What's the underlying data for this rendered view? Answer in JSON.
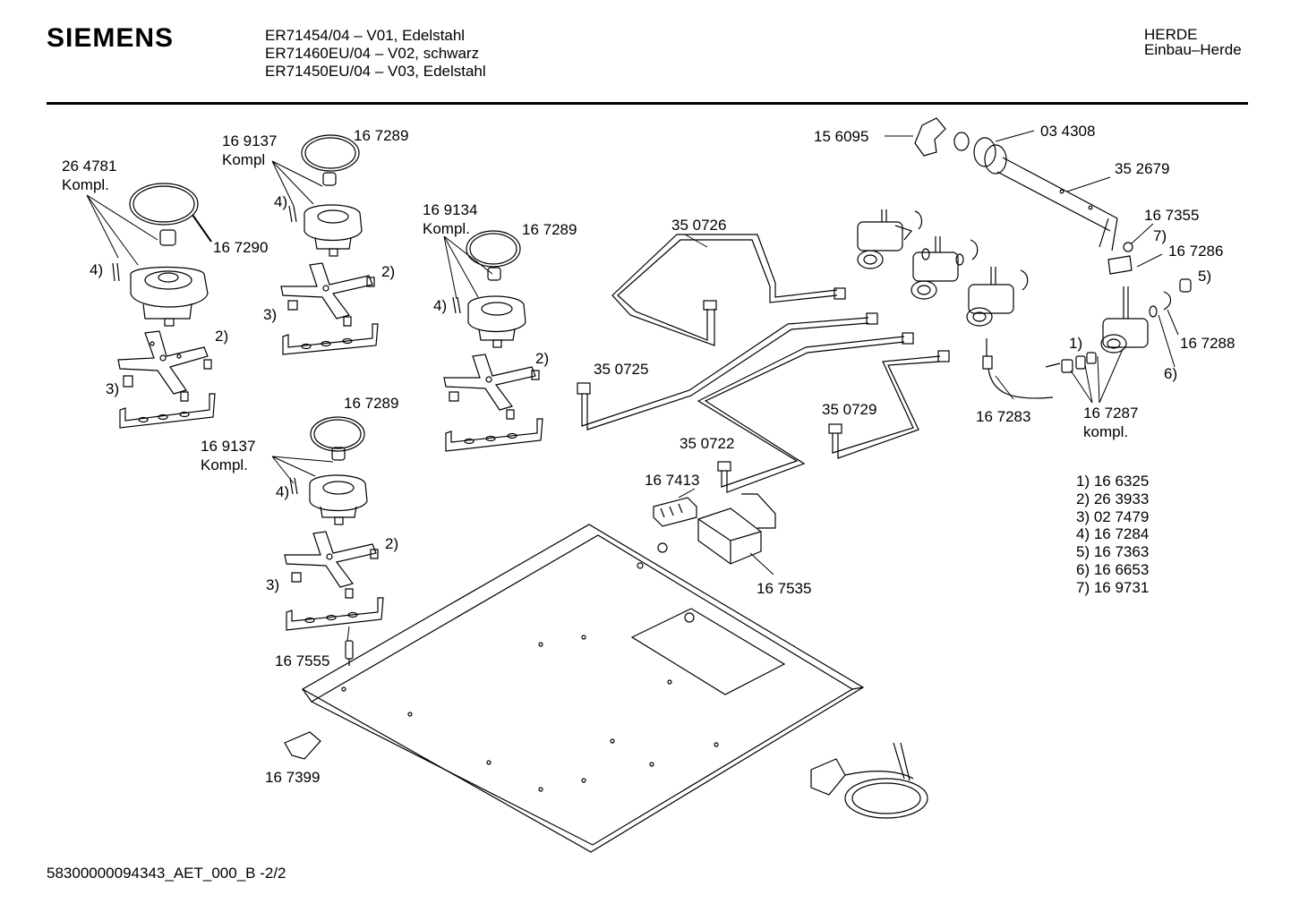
{
  "header": {
    "brand": "SIEMENS",
    "models": [
      "ER71454/04 – V01, Edelstahl",
      "ER71460EU/04 – V02, schwarz",
      "ER71450EU/04 – V03, Edelstahl"
    ],
    "category": "HERDE",
    "subcategory": "Einbau–Herde"
  },
  "labels": {
    "p156095": "15 6095",
    "p034308": "03 4308",
    "p352679": "35 2679",
    "p167355": "16 7355",
    "p167286": "16 7286",
    "p167288": "16 7288",
    "p167287": "16 7287",
    "kompl_small": "kompl.",
    "p167283": "16 7283",
    "p350726": "35 0726",
    "p350725": "35 0725",
    "p350729": "35 0729",
    "p350722": "35 0722",
    "p167413": "16 7413",
    "p167535": "16 7535",
    "p169137a": "16 9137",
    "kompl_a": "Kompl",
    "p167289a": "16 7289",
    "p264781": "26 4781",
    "kompl_b": "Kompl.",
    "p167290": "16 7290",
    "p169134": "16 9134",
    "kompl_c": "Kompl.",
    "p167289b": "16 7289",
    "p167289c": "16 7289",
    "p169137b": "16 9137",
    "kompl_d": "Kompl.",
    "p167555": "16 7555",
    "p167399": "16 7399",
    "r1": "1)",
    "r2": "2)",
    "r3": "3)",
    "r4": "4)",
    "r5": "5)",
    "r6": "6)",
    "r7": "7)"
  },
  "legend": [
    "1)  16 6325",
    "2)  26 3933",
    "3)  02 7479",
    "4)  16 7284",
    "5)  16 7363",
    "6)  16 6653",
    "7)  16 9731"
  ],
  "footer": "58300000094343_AET_000_B  -2/2"
}
